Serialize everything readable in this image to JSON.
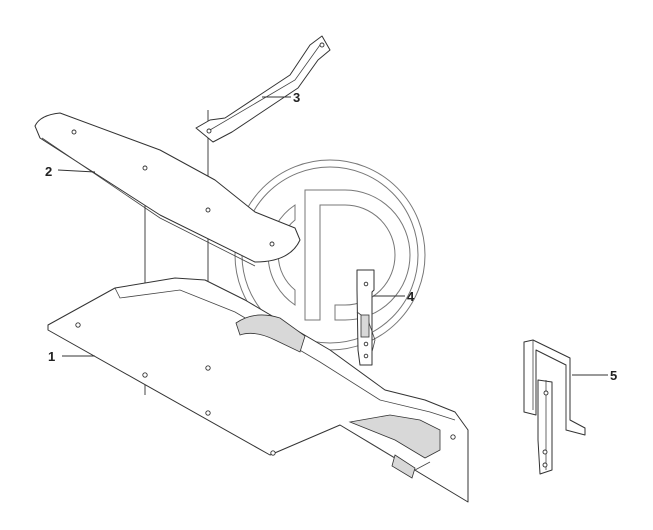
{
  "callouts": [
    {
      "id": "1",
      "label": "1"
    },
    {
      "id": "2",
      "label": "2"
    },
    {
      "id": "3",
      "label": "3"
    },
    {
      "id": "4",
      "label": "4"
    },
    {
      "id": "5",
      "label": "5"
    }
  ],
  "colors": {
    "line": "#333333",
    "background": "#ffffff",
    "watermark": "#777777"
  }
}
